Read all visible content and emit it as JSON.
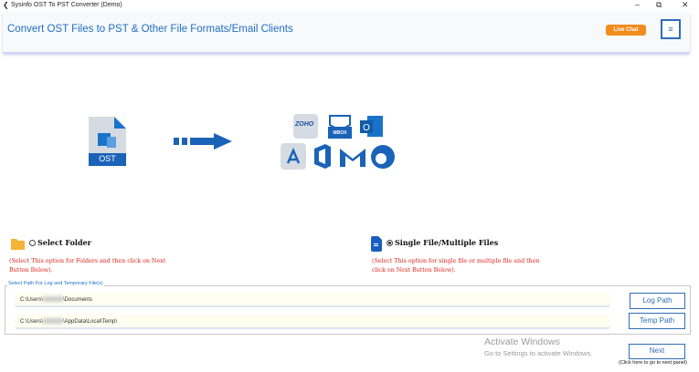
{
  "window": {
    "title": "Sysinfo OST To PST Converter (Demo)",
    "minimize": "–",
    "restore": "⧉",
    "close": "✕"
  },
  "header": {
    "title": "Convert OST Files to PST & Other File Formats/Email Clients",
    "live_chat": "Live Chat",
    "menu_icon": "≡"
  },
  "graphic": {
    "source_label": "OST",
    "mbox_label": "MBOX",
    "zoho_label": "ZOHO",
    "outlook_letter": "O"
  },
  "options": {
    "folder": {
      "label": "Select Folder",
      "selected": false,
      "hint": "(Select This option for Folders and then click on Next Button Below)."
    },
    "file": {
      "label": "Single File/Multiple Files",
      "selected": true,
      "hint": "(Select This option for single file or multiple file and then click on Next Button Below)."
    }
  },
  "paths": {
    "legend": "Select Path For Log and Temporary File(s)",
    "log": {
      "prefix": "C:\\Users\\",
      "suffix": "\\Documents",
      "button": "Log Path"
    },
    "temp": {
      "prefix": "C:\\Users\\",
      "suffix": "\\AppData\\Local\\Temp\\",
      "button": "Temp Path"
    }
  },
  "footer": {
    "next": "Next",
    "next_hint": "(Click here to go to next panel)"
  },
  "watermark": {
    "line1": "Activate Windows",
    "line2": "Go to Settings to activate Windows."
  },
  "colors": {
    "accent": "#1f6fc5",
    "live_chat": "#f28c1c",
    "hint": "#e0251c"
  }
}
